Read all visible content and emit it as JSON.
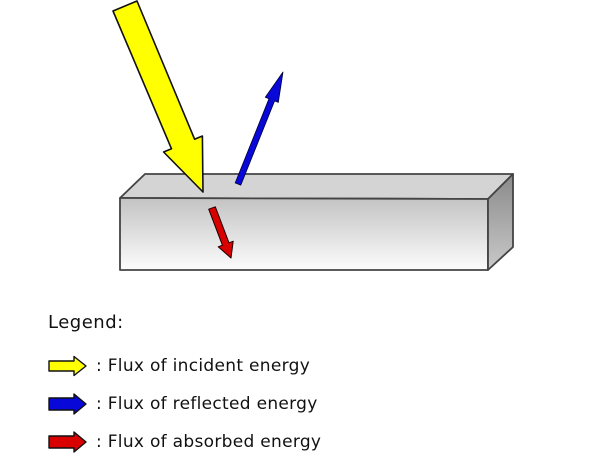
{
  "figure": {
    "slab": {
      "top_color": "#d4d4d4",
      "front_gradient_top": "#c3c3c3",
      "front_gradient_bottom": "#fcfcfc",
      "side_gradient_top": "#8a8a8a",
      "side_gradient_bottom": "#c9c9c9",
      "outline_color": "#444444"
    },
    "arrow_colors": {
      "incident": "#ffff00",
      "reflected": "#0808d8",
      "absorbed": "#d90000"
    }
  },
  "legend": {
    "title": "Legend:",
    "items": [
      {
        "icon": "incident-arrow-icon",
        "color": "#ffff00",
        "label": ": Flux of incident energy"
      },
      {
        "icon": "reflected-arrow-icon",
        "color": "#0808d8",
        "label": ": Flux of reflected energy"
      },
      {
        "icon": "absorbed-arrow-icon",
        "color": "#d90000",
        "label": ": Flux of absorbed energy"
      }
    ]
  }
}
